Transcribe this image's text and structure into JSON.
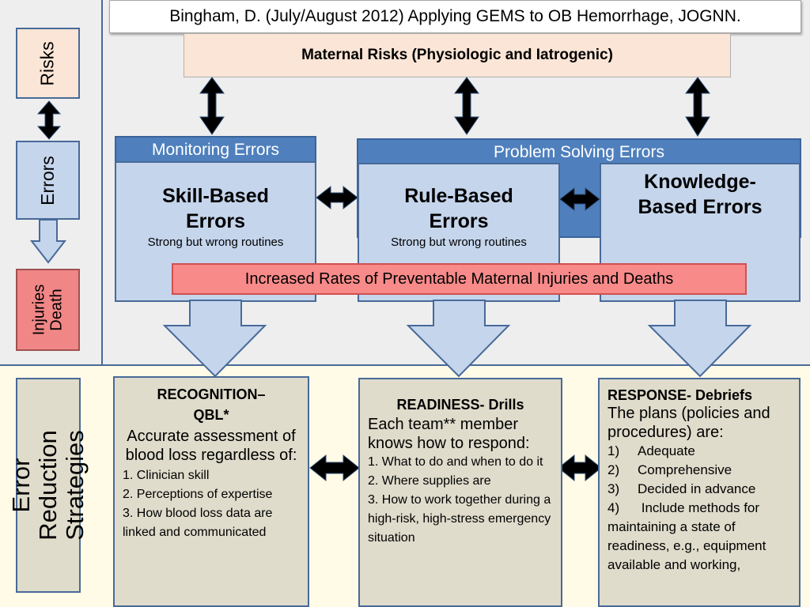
{
  "citation": "Bingham, D. (July/August 2012) Applying GEMS to OB Hemorrhage, JOGNN.",
  "maternal_risks": "Maternal Risks (Physiologic and Iatrogenic)",
  "side_labels": {
    "risks": "Risks",
    "errors": "Errors",
    "injuries": "Injuries Death",
    "strategies": "Error Reduction Strategies"
  },
  "error_headers": {
    "monitoring": "Monitoring Errors",
    "problem_solving": "Problem Solving Errors"
  },
  "error_types": {
    "skill": {
      "title": "Skill-Based Errors",
      "subtitle": "Strong but wrong routines"
    },
    "rule": {
      "title": "Rule-Based Errors",
      "subtitle": "Strong but wrong routines"
    },
    "knowledge": {
      "title": "Knowledge-Based Errors"
    }
  },
  "outcome": "Increased Rates of Preventable Maternal Injuries and Deaths",
  "strategies": {
    "recognition": {
      "title": "RECOGNITION–QBL*",
      "intro": "Accurate assessment of blood loss regardless of:",
      "items": [
        "1. Clinician skill",
        "2. Perceptions of expertise",
        "3. How blood loss data are linked and communicated"
      ]
    },
    "readiness": {
      "title": "READINESS- Drills",
      "intro": "Each team** member knows how to respond:",
      "items": [
        "1. What to do and when to do it",
        "2. Where supplies are",
        "3. How to work together during a high-risk, high-stress emergency situation"
      ]
    },
    "response": {
      "title": "RESPONSE- Debriefs",
      "intro": "The plans (policies and procedures) are:",
      "items": [
        {
          "num": "1)",
          "text": "Adequate"
        },
        {
          "num": "2)",
          "text": "Comprehensive"
        },
        {
          "num": "3)",
          "text": "Decided in advance"
        },
        {
          "num": "4)",
          "text": " Include methods for maintaining a state of readiness, e.g., equipment available and working,"
        }
      ]
    }
  },
  "colors": {
    "peach": "#fbe5d6",
    "light_blue": "#c5d5ec",
    "mid_blue": "#4f80bd",
    "red": "#f98a8a",
    "tan": "#dfdccc"
  }
}
